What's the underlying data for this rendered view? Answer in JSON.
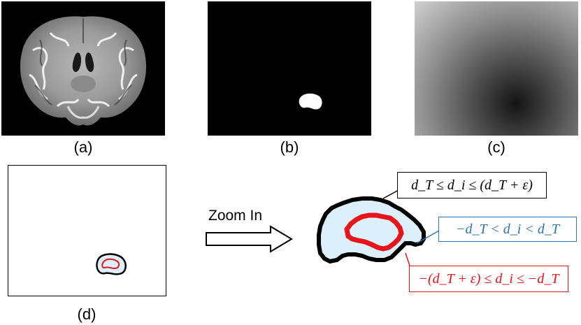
{
  "panels": {
    "a": {
      "caption": "(a)"
    },
    "b": {
      "caption": "(b)"
    },
    "c": {
      "caption": "(c)"
    },
    "d": {
      "caption": "(d)"
    }
  },
  "zoom": {
    "label": "Zoom In"
  },
  "equations": {
    "outer": {
      "text": "d_T ≤ d_i ≤ (d_T + ε)",
      "color": "#000000"
    },
    "middle": {
      "text": "−d_T < d_i < d_T",
      "color": "#2e75b6"
    },
    "inner": {
      "text": "−(d_T + ε) ≤ d_i ≤ −d_T",
      "color": "#e8141b"
    }
  },
  "colors": {
    "band_black": "#000000",
    "band_fill": "#dcf0fb",
    "band_red": "#e8141b",
    "blue": "#2e75b6"
  }
}
